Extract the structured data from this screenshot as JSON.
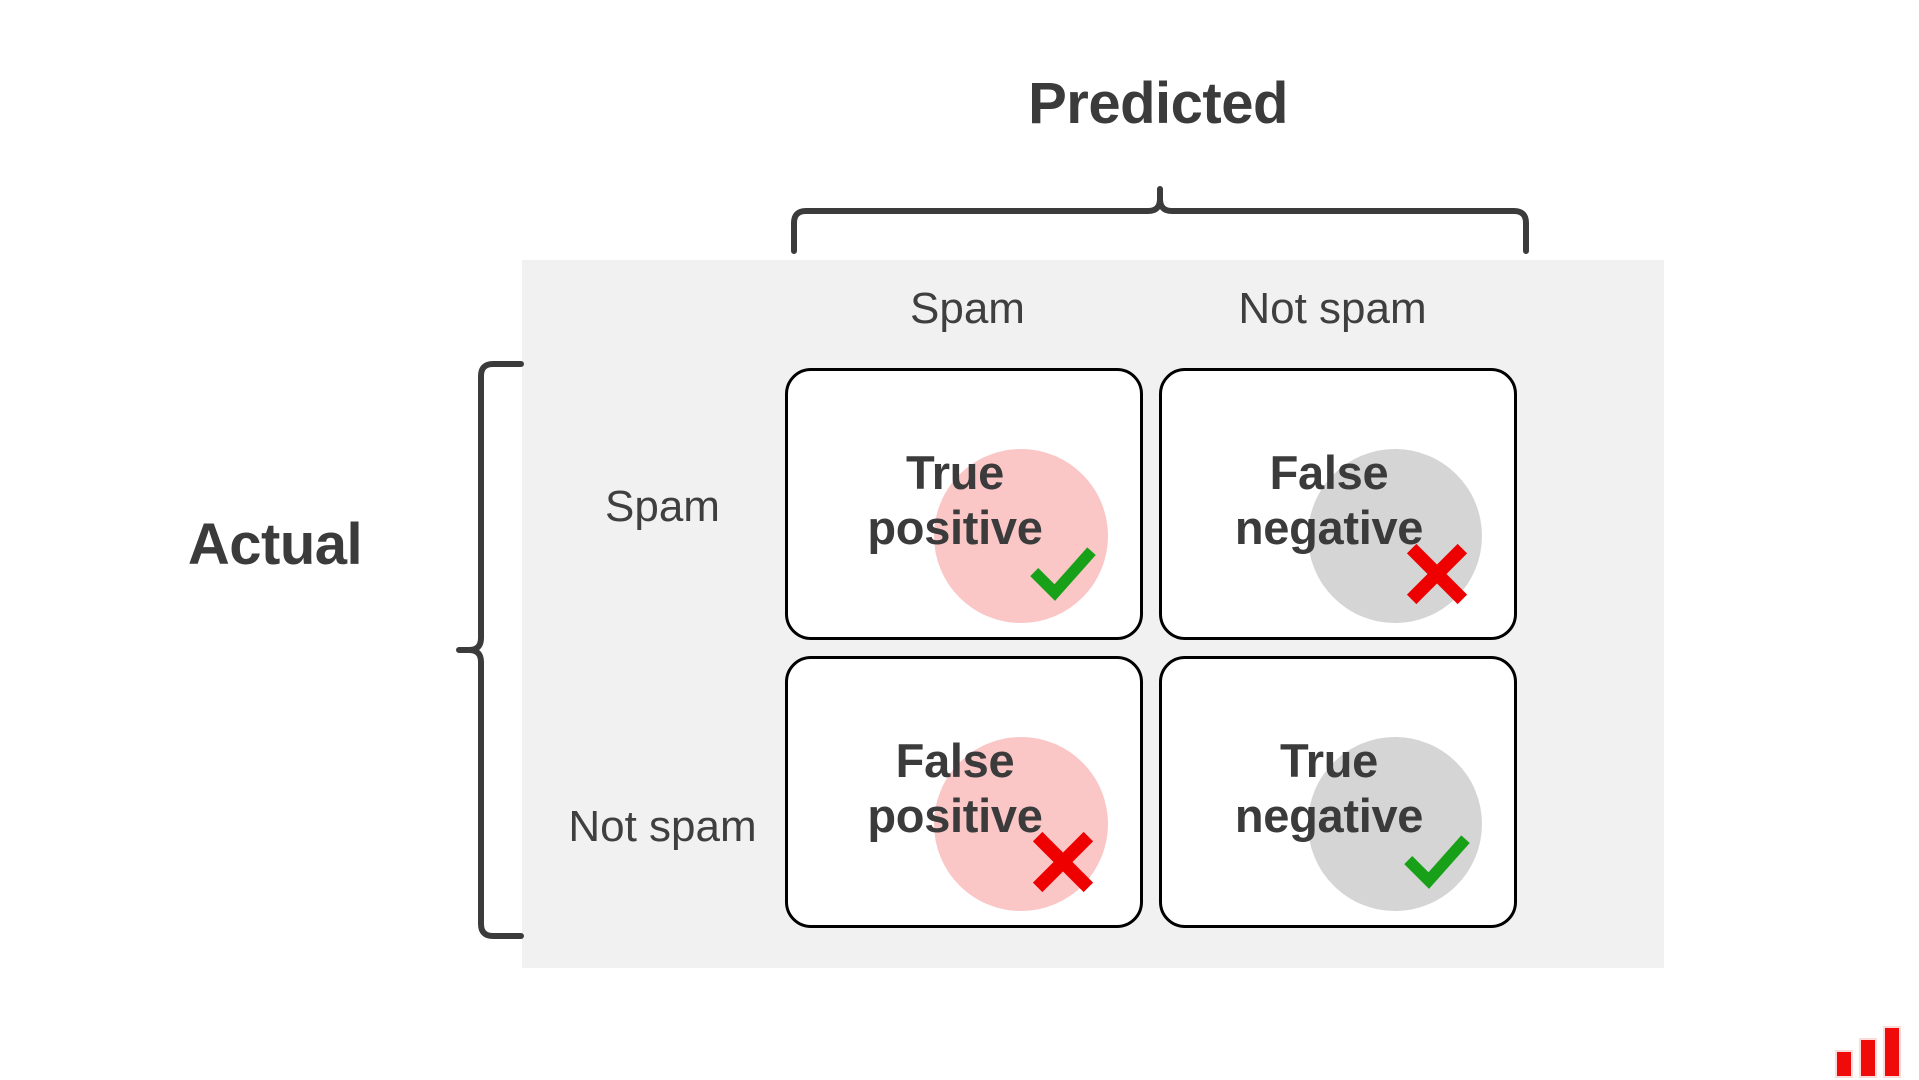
{
  "diagram": {
    "type": "confusion-matrix",
    "top_axis_title": "Predicted",
    "left_axis_title": "Actual",
    "column_headers": [
      "Spam",
      "Not spam"
    ],
    "row_headers": [
      "Spam",
      "Not spam"
    ],
    "cells": [
      {
        "id": "true-positive",
        "label_line1": "True",
        "label_line2": "positive",
        "blob_color": "#fac6c6",
        "blob_kind": "pink",
        "mark": "check-icon",
        "mark_color": "#19a019"
      },
      {
        "id": "false-negative",
        "label_line1": "False",
        "label_line2": "negative",
        "blob_color": "#d5d5d5",
        "blob_kind": "grey",
        "mark": "cross-icon",
        "mark_color": "#ee0000"
      },
      {
        "id": "false-positive",
        "label_line1": "False",
        "label_line2": "positive",
        "blob_color": "#fac6c6",
        "blob_kind": "pink",
        "mark": "cross-icon",
        "mark_color": "#ee0000"
      },
      {
        "id": "true-negative",
        "label_line1": "True",
        "label_line2": "negative",
        "blob_color": "#d5d5d5",
        "blob_kind": "grey",
        "mark": "check-icon",
        "mark_color": "#19a019"
      }
    ]
  },
  "colors": {
    "panel_background": "#f1f1f1",
    "page_background": "#ffffff",
    "heading_text": "#3b3b3b",
    "label_text": "#3f3f3f",
    "cell_border": "#000000",
    "pink_blob": "#fac6c6",
    "grey_blob": "#d5d5d5",
    "check_green": "#19a019",
    "cross_red": "#ee0000",
    "logo_red": "#f00b0b"
  },
  "logo": {
    "name": "bar-chart-logo",
    "bars": 3
  }
}
